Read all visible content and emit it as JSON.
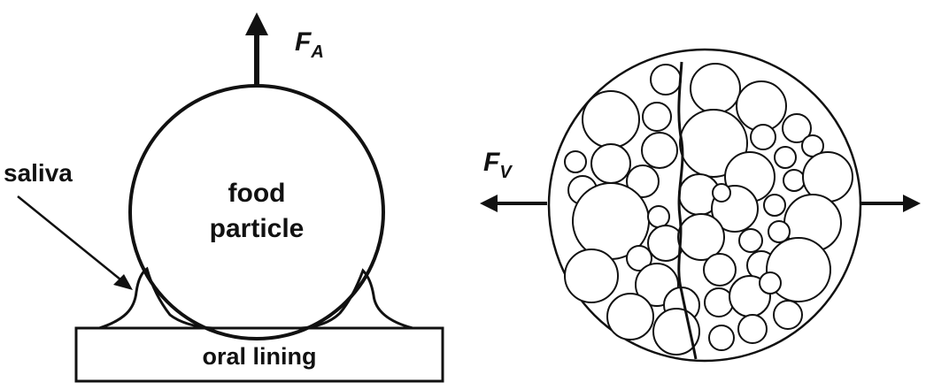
{
  "left_panel": {
    "adhesive_force": {
      "symbol": "F",
      "subscript": "A"
    },
    "saliva_label": "saliva",
    "particle_label_line1": "food",
    "particle_label_line2": "particle",
    "surface_label": "oral lining"
  },
  "right_panel": {
    "viscous_force": {
      "symbol": "F",
      "subscript": "V"
    }
  },
  "colors": {
    "ink": "#111111",
    "background": "#ffffff"
  }
}
